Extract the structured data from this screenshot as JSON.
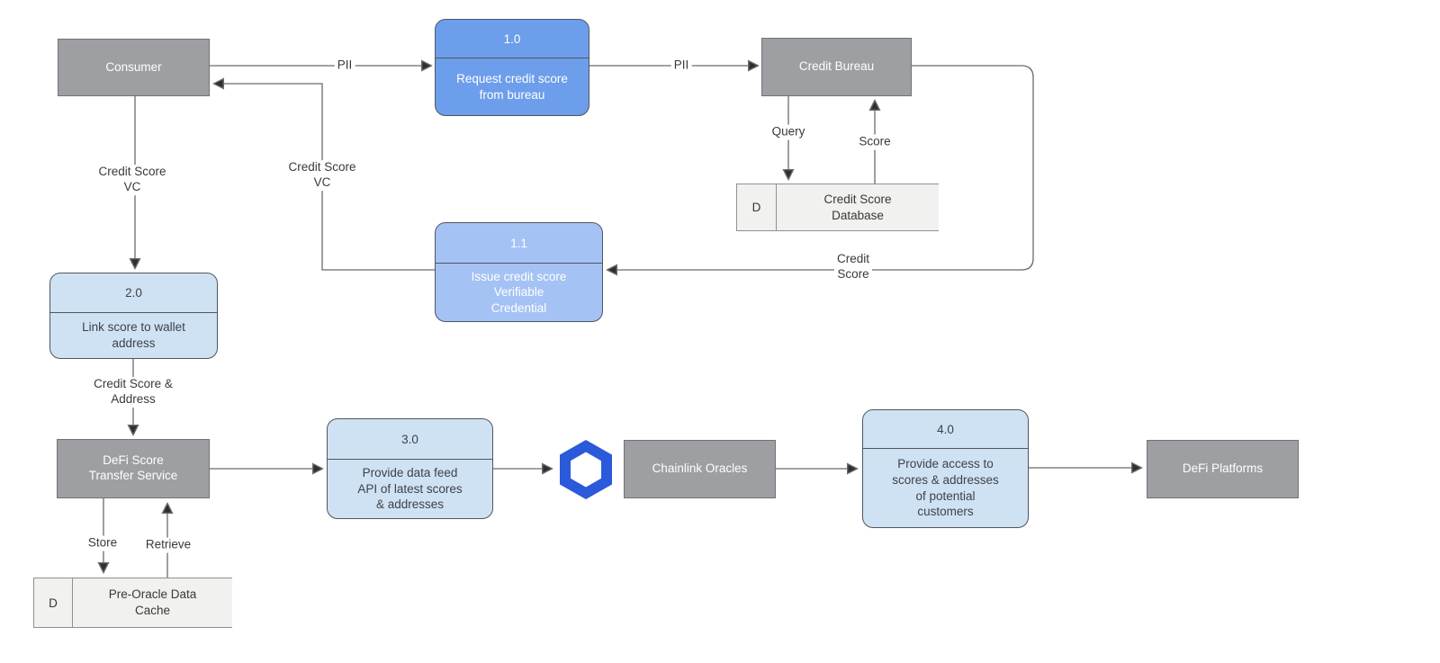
{
  "colors": {
    "entity_fill": "#9e9fa2",
    "entity_border": "#717377",
    "process_primary": "#6d9eeb",
    "process_secondary": "#a4c2f4",
    "process_light": "#cfe2f3",
    "store_fill": "#f1f1ef",
    "store_border": "#909090",
    "edge": "#6b6b6b",
    "arrow": "#2f2f2f",
    "chainlink_blue": "#2a5ada"
  },
  "nodes": {
    "consumer": {
      "label": "Consumer"
    },
    "credit_bureau": {
      "label": "Credit Bureau"
    },
    "chainlink_oracles": {
      "label": "Chainlink Oracles"
    },
    "defi_platforms": {
      "label": "DeFi Platforms"
    },
    "defi_service": {
      "label": "DeFi Score\nTransfer Service"
    },
    "p10": {
      "id": "1.0",
      "label": "Request credit score\nfrom bureau"
    },
    "p11": {
      "id": "1.1",
      "label": "Issue credit score\nVerifiable\nCredential"
    },
    "p20": {
      "id": "2.0",
      "label": "Link score to wallet\naddress"
    },
    "p30": {
      "id": "3.0",
      "label": "Provide data feed\nAPI of latest scores\n& addresses"
    },
    "p40": {
      "id": "4.0",
      "label": "Provide access to\nscores & addresses\nof potential\ncustomers"
    },
    "credit_db": {
      "prefix": "D",
      "label": "Credit Score\nDatabase"
    },
    "cache": {
      "prefix": "D",
      "label": "Pre-Oracle Data\nCache"
    }
  },
  "edges": {
    "pii_consumer": "PII",
    "pii_bureau": "PII",
    "query": "Query",
    "score": "Score",
    "credit_score": "Credit\nScore",
    "credit_score_vc_return": "Credit Score\nVC",
    "credit_score_vc_consumer": "Credit Score\nVC",
    "credit_score_address": "Credit Score &\nAddress",
    "store": "Store",
    "retrieve": "Retrieve"
  },
  "icons": {
    "chainlink_logo": "chainlink-hexagon"
  }
}
